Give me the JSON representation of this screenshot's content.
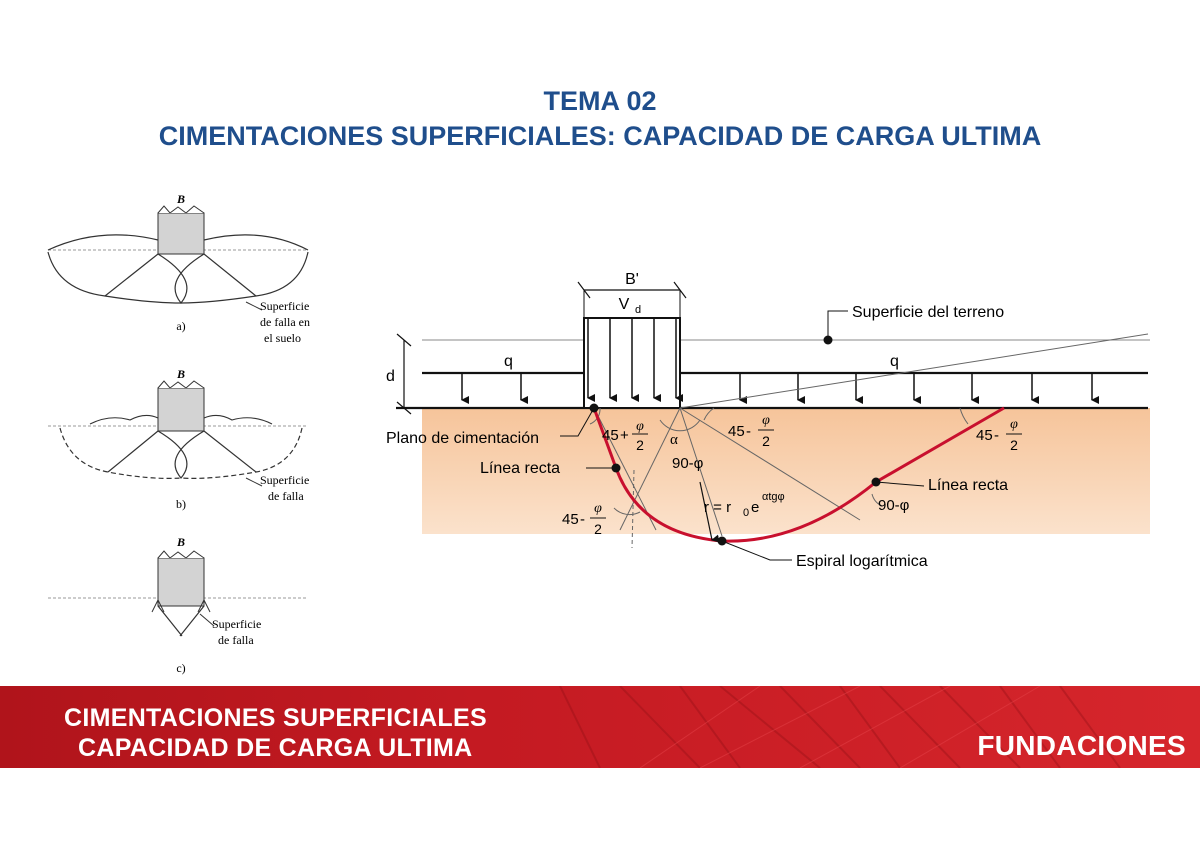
{
  "header": {
    "line1": "TEMA 02",
    "line2": "CIMENTACIONES SUPERFICIALES: CAPACIDAD DE CARGA ULTIMA"
  },
  "left_figures": {
    "a": {
      "width_label": "B",
      "caption": "a)",
      "note": [
        "Superficie",
        "de falla en",
        "el suelo"
      ]
    },
    "b": {
      "width_label": "B",
      "caption": "b)",
      "note": [
        "Superficie",
        "de falla"
      ]
    },
    "c": {
      "width_label": "B",
      "caption": "c)",
      "note": [
        "Superficie",
        "de falla"
      ]
    }
  },
  "main_figure": {
    "footing_width": "B'",
    "load": "V",
    "load_sub": "d",
    "surcharge": "q",
    "depth": "d",
    "ground_surface": "Superficie del terreno",
    "foundation_plane": "Plano de cimentación",
    "straight_line": "Línea recta",
    "log_spiral": "Espiral logarítmica",
    "angle_45": "45",
    "plus": "+",
    "minus": "-",
    "phi": "φ",
    "two": "2",
    "alpha": "α",
    "angle_90phi": "90-φ",
    "r_eq": "r = r",
    "r_sub": "0",
    "r_e": "e",
    "r_exp": "αtgφ"
  },
  "colors": {
    "title": "#1f4e8c",
    "soil": "#f7c9a0",
    "failure_line": "#c8102e",
    "footer": "#c41a22"
  },
  "footer": {
    "line1": "CIMENTACIONES SUPERFICIALES",
    "line2": "CAPACIDAD DE CARGA ULTIMA",
    "right": "FUNDACIONES"
  }
}
